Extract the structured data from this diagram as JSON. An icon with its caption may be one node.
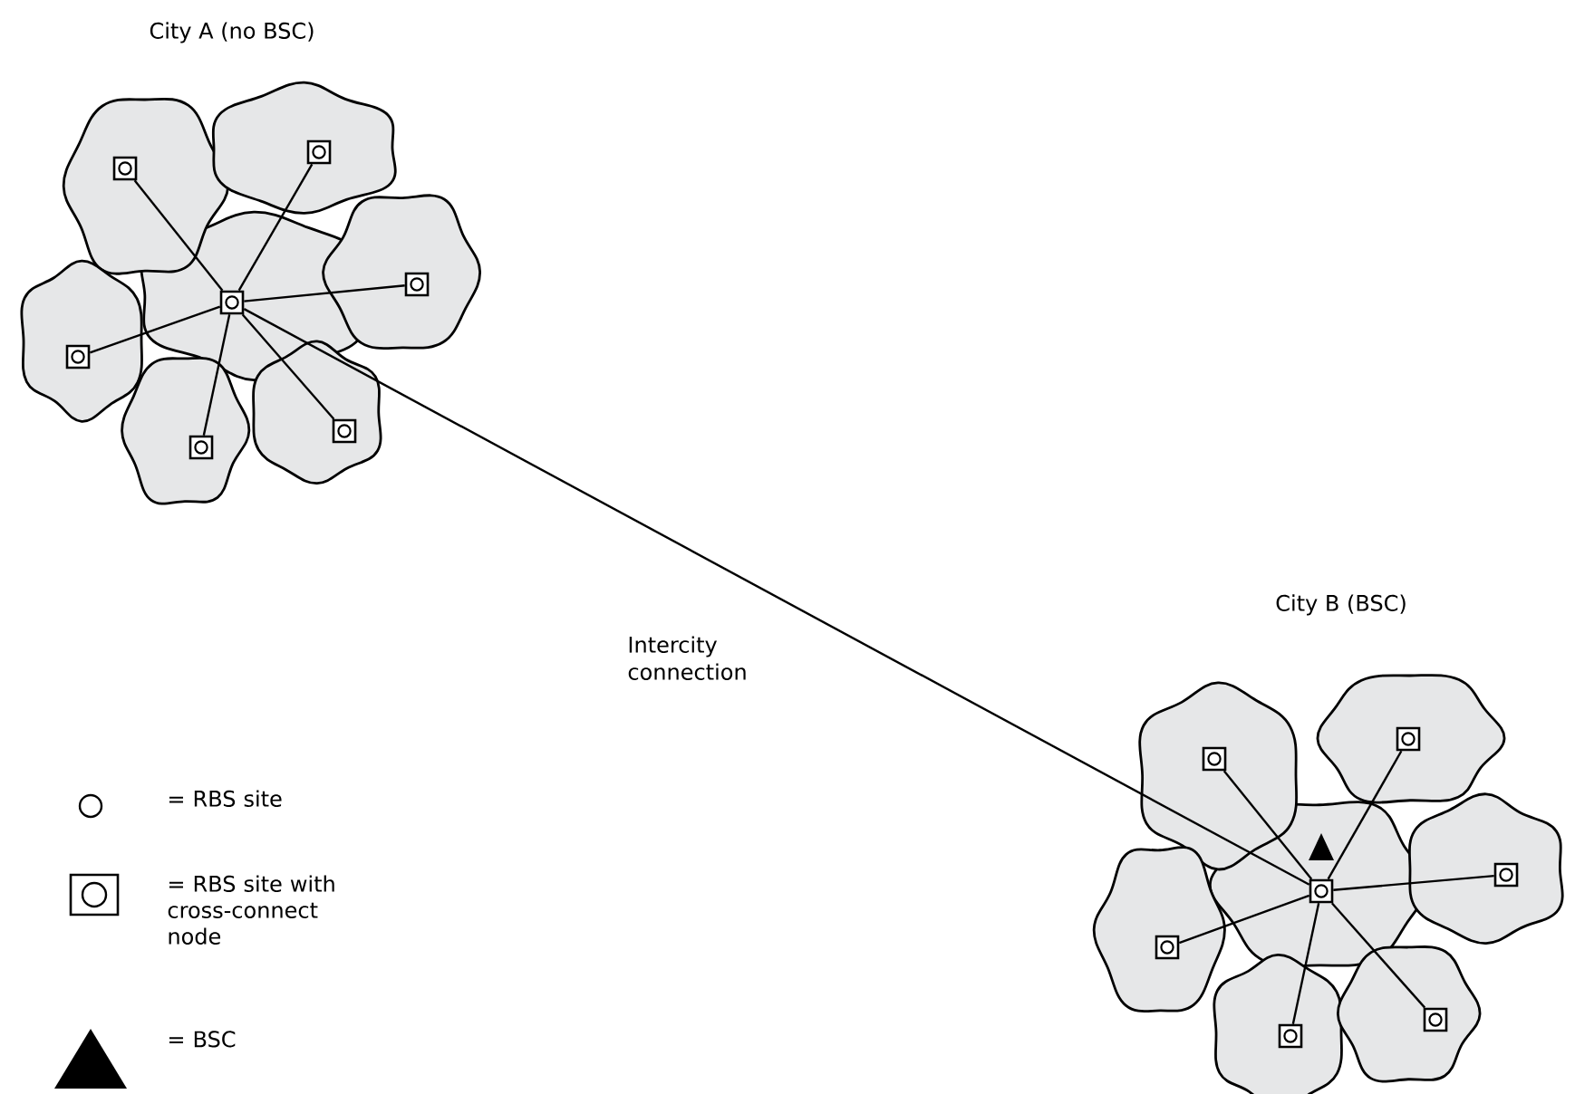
{
  "diagram": {
    "nodes": [
      {
        "text": [],
        "shape": "box"
      },
      {
        "text": [],
        "shape": "box"
      },
      {
        "text": [],
        "shape": "box"
      },
      {
        "text": [],
        "shape": "box"
      },
      {
        "text": [],
        "shape": "box"
      },
      {
        "text": [],
        "shape": "box"
      },
      {
        "text": [],
        "shape": "box"
      },
      {
        "text": [],
        "shape": "box"
      },
      {
        "text": [],
        "shape": "box"
      },
      {
        "text": [],
        "shape": "box"
      },
      {
        "text": [],
        "shape": "box"
      },
      {
        "text": [],
        "shape": "box"
      },
      {
        "text": [],
        "shape": "box"
      },
      {
        "text": [],
        "shape": "box"
      }
    ],
    "edges": [
      {
        "from": 0,
        "to": 1,
        "arrow": "none"
      },
      {
        "from": 0,
        "to": 2,
        "arrow": "none"
      },
      {
        "from": 0,
        "to": 3,
        "arrow": "none"
      },
      {
        "from": 0,
        "to": 4,
        "arrow": "none"
      },
      {
        "from": 0,
        "to": 5,
        "arrow": "none"
      },
      {
        "from": 0,
        "to": 6,
        "arrow": "none"
      },
      {
        "from": 0,
        "to": 7,
        "arrow": "none",
        "label": "Intercity connection"
      },
      {
        "from": 7,
        "to": 8,
        "arrow": "none"
      },
      {
        "from": 7,
        "to": 9,
        "arrow": "none"
      },
      {
        "from": 7,
        "to": 10,
        "arrow": "none"
      },
      {
        "from": 7,
        "to": 11,
        "arrow": "none"
      },
      {
        "from": 7,
        "to": 12,
        "arrow": "none"
      },
      {
        "from": 7,
        "to": 13,
        "arrow": "none"
      }
    ],
    "labels": [
      "City A (no BSC)",
      "City B (BSC)"
    ],
    "legend": [
      {
        "text": "= RBS site"
      },
      {
        "text": "= RBS site with cross-connect node"
      },
      {
        "text": "= BSC"
      }
    ]
  }
}
